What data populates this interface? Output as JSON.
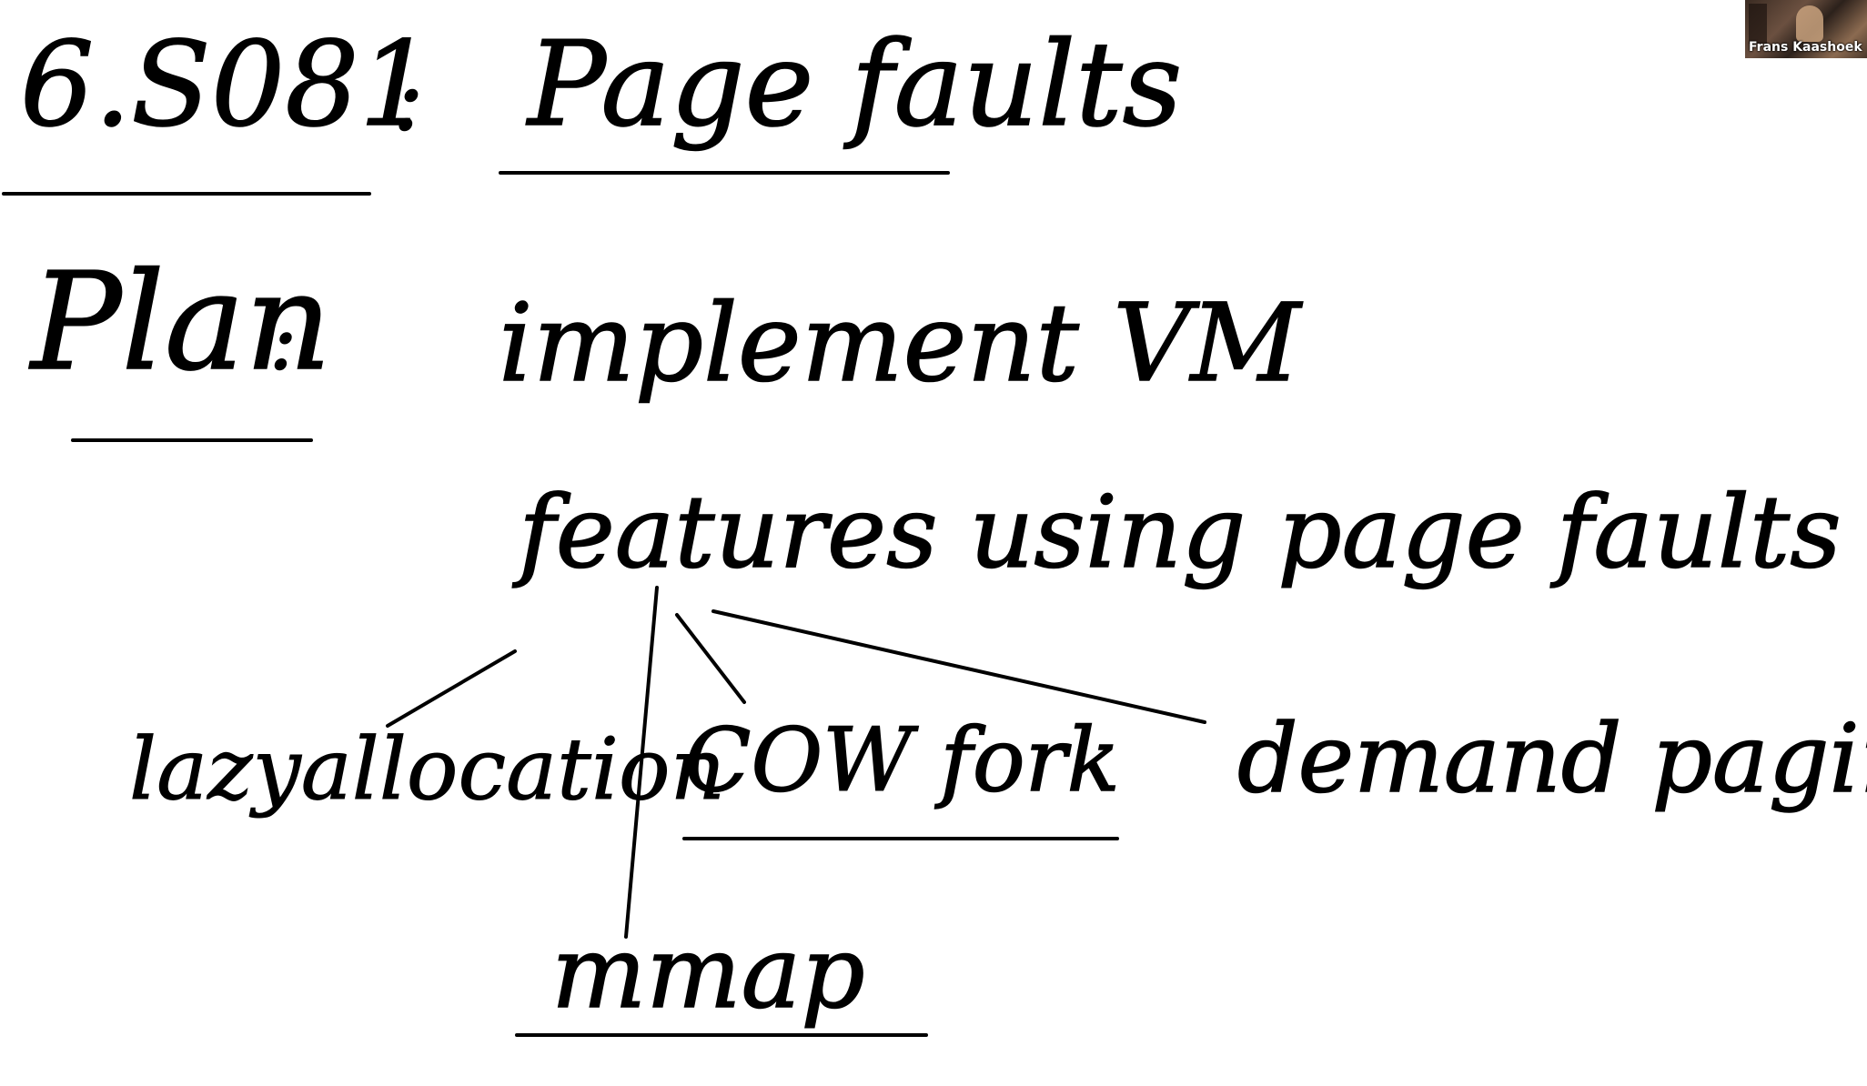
{
  "board": {
    "course_number": "6.S081",
    "title_separator": ":",
    "lecture_title": "Page faults",
    "plan_label": "Plan",
    "plan_separator": ":",
    "plan_line_1": "implement VM",
    "plan_line_2": "features using page faults",
    "features": {
      "lazy_allocation": "lazyallocation",
      "cow_fork": "COW fork",
      "demand_paging": "demand paging",
      "mmap": "mmap"
    }
  },
  "video_tile": {
    "participant_name": "Frans Kaashoek"
  }
}
